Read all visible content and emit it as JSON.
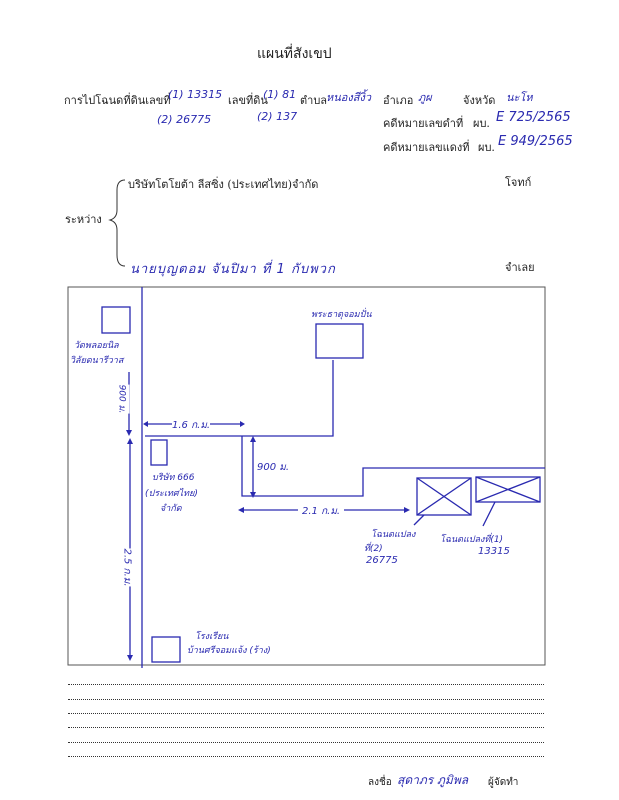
{
  "title": "แผนที่สังเขป",
  "header": {
    "deed_label": "การไปโฉนดที่ดินเลขที่",
    "deed_numbers": [
      "(1) 13315",
      "(2) 26775"
    ],
    "land_label": "เลขที่ดิน",
    "land_numbers": [
      "(1) 81",
      "(2) 137"
    ],
    "tambon_label": "ตำบล",
    "tambon_value": "หนองสีงิ้ว",
    "amphoe_label": "อำเภอ",
    "amphoe_value": "ภูผ",
    "province_label": "จังหวัด",
    "province_value": "นะโห",
    "black_case_label": "คดีหมายเลขดำที่",
    "black_case_prefix": "ผบ.",
    "black_case_value": "E 725/2565",
    "red_case_label": "คดีหมายเลขแดงที่",
    "red_case_prefix": "ผบ.",
    "red_case_value": "E 949/2565"
  },
  "parties": {
    "between_label": "ระหว่าง",
    "plaintiff": "บริษัทโตโยต้า ลีสซิ่ง (ประเทศไทย)จำกัด",
    "plaintiff_role": "โจทก์",
    "defendant": "นายบุญตอม จันปิมา ที่ 1 กับพวก",
    "defendant_role": "จำเลย"
  },
  "map": {
    "temple_left": [
      "วัดพลอยนิล",
      "วิลัยดนารีวาส"
    ],
    "dist_900_vertical": "900 ม.",
    "dist_1_6": "1.6 ก.ม.",
    "temple_top": "พระธาตุจอมปั่น",
    "company": [
      "บริษัท 666",
      "(ประเทศไทย)",
      "จำกัด"
    ],
    "dist_900": "900 ม.",
    "dist_2_1": "2.1 ก.ม.",
    "dist_2_5": "2.5 ก.ม.",
    "plot_2": [
      "โฉนดแปลง",
      "ที่(2)",
      "26775"
    ],
    "plot_1": [
      "โฉนดแปลงที่(1)",
      "13315"
    ],
    "school": [
      "โรงเรียน",
      "บ้านศรีจอมแจ้ง (ร้าง)"
    ]
  },
  "footer": {
    "sign_label": "ลงชื่อ",
    "signature": "สุดาภร ภูมิพล",
    "role": "ผู้จัดทำ"
  }
}
